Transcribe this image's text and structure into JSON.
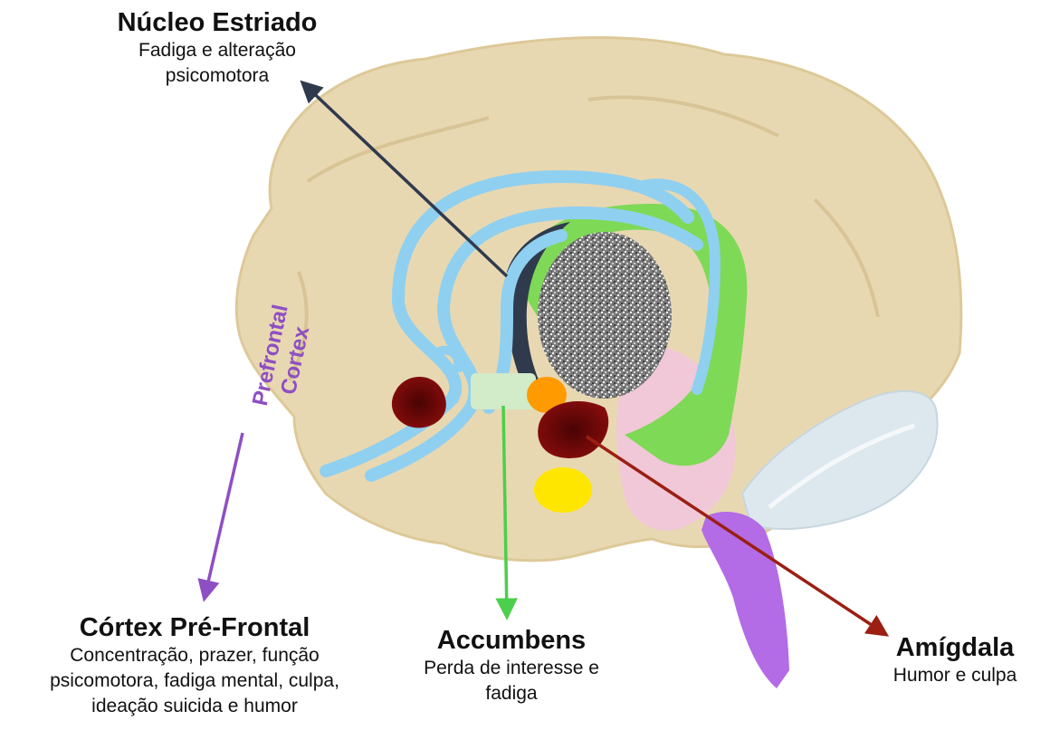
{
  "labels": {
    "striatum": {
      "title": "Núcleo Estriado",
      "desc_line1": "Fadiga e alteração",
      "desc_line2": "psicomotora"
    },
    "prefrontal": {
      "title": "Córtex Pré-Frontal",
      "desc_line1": "Concentração, prazer, função",
      "desc_line2": "psicomotora, fadiga mental, culpa,",
      "desc_line3": "ideação suicida e humor"
    },
    "accumbens": {
      "title": "Accumbens",
      "desc_line1": "Perda de interesse e",
      "desc_line2": "fadiga"
    },
    "amygdala": {
      "title": "Amígdala",
      "desc_line1": "Humor e culpa"
    }
  },
  "rotated_label": {
    "line1": "Prefrontal",
    "line2": "Cortex",
    "color": "#8e4fc2"
  },
  "colors": {
    "brain_tissue": "#e8d8b2",
    "striatum_arrow": "#2f3a4d",
    "prefrontal_arrow": "#8e4fc2",
    "accumbens_arrow": "#4ccf4c",
    "amygdala_arrow": "#9b1f12",
    "limbic_green": "#7ed957",
    "fornix_blue": "#8fd0f0",
    "thalamus_gray": "#9a9a9a",
    "amygdala_red": "#8b0d0d",
    "brainstem_purple": "#b36be6",
    "cerebellum": "#dde8ee",
    "accumbens_orange": "#ff9a00",
    "hypothalamus_yellow": "#ffe600"
  }
}
